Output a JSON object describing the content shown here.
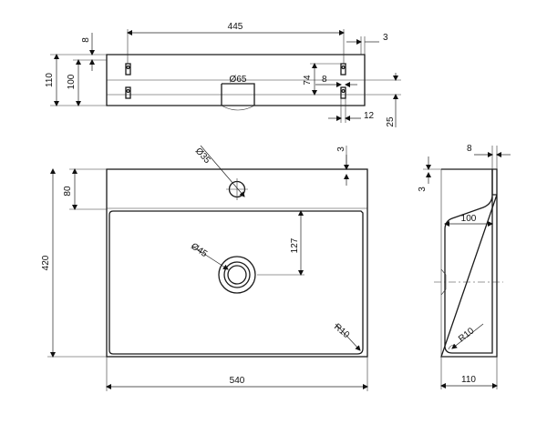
{
  "top_view_dims": {
    "length_445": "445",
    "lip_3": "3",
    "height_110": "110",
    "height_100": "100",
    "gap_8_left": "8",
    "hole_o65": "Ø65",
    "height_74": "74",
    "lip_8": "8",
    "lip_12": "12",
    "lip_25": "25"
  },
  "plan_view_dims": {
    "hole_o35": "Ø35",
    "ledge_3": "3",
    "ledge_80": "80",
    "depth_420": "420",
    "offset_127": "127",
    "drain_o45": "Ø45",
    "radius_r10": "R10",
    "width_540": "540"
  },
  "side_view_dims": {
    "lip_8": "8",
    "ledge_3": "3",
    "depth_100": "100",
    "radius_r10": "R10",
    "height_110": "110"
  }
}
